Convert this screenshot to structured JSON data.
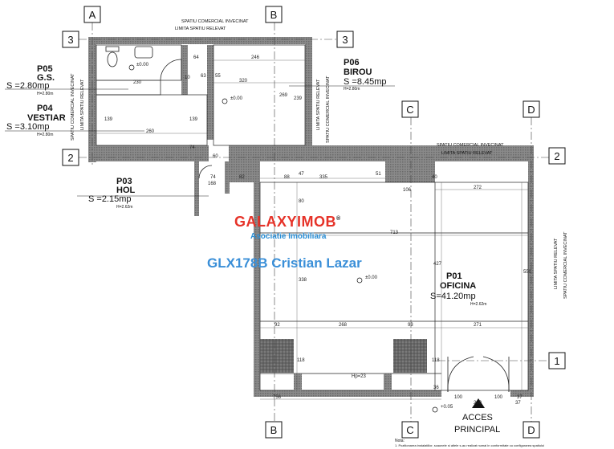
{
  "grid": {
    "A": "A",
    "B": "B",
    "C": "C",
    "D": "D",
    "n1": "1",
    "n2": "2",
    "n3": "3"
  },
  "rooms": {
    "p05": {
      "code": "P05",
      "name": "G.S.",
      "area": "S =2.80mp",
      "height": "H=2.80m"
    },
    "p04": {
      "code": "P04",
      "name": "VESTIAR",
      "area": "S =3.10mp",
      "height": "H=2.80m"
    },
    "p06": {
      "code": "P06",
      "name": "BIROU",
      "area": "S =8.45mp",
      "height": "H=2.80m"
    },
    "p03": {
      "code": "P03",
      "name": "HOL",
      "area": "S =2.15mp",
      "height": "H=2.62m"
    },
    "p01": {
      "code": "P01",
      "name": "OFICINA",
      "area": "S=41.20mp",
      "height": "H=2.62m"
    }
  },
  "notes": {
    "top_neighbor": "SPATIU COMERCIAL INVECINAT",
    "top_limit": "LIMITA SPATIU RELEVAT",
    "mid_neighbor": "SPATIU COMERCIAL INVECINAT",
    "mid_limit": "LIMITA SPATIU RELEVAT",
    "left_neighbor": "SPATIU COMERCIAL INVECINAT",
    "left_limit": "LIMITA SPATIU RELEVAT",
    "p06_neighbor": "SPATIU COMERCIAL INVECINAT",
    "p06_limit": "LIMITA SPATIU RELEVAT",
    "right_neighbor": "SPATIU COMERCIAL INVECINAT",
    "right_limit": "LIMITA SPATIU RELEVAT",
    "entrance_1": "ACCES",
    "entrance_2": "PRINCIPAL",
    "nota": "Nota:",
    "nota_line": "1. Pozitionarea instalatiilor, scaunele si altele s-au realizat numai in conformitate cu configurarea spatiului"
  },
  "levels": {
    "l1": "±0.00",
    "l2": "±0.00",
    "l3": "±0.00",
    "l4": "+0.05"
  },
  "watermark": {
    "brand": "GALAXYIMOB",
    "reg": "®",
    "subtitle": "Asociatie Imobiliara",
    "agent": "GLX178B Cristian Lazar"
  },
  "dimensions": {
    "d64": "64",
    "d246": "246",
    "d230": "230",
    "d10": "10",
    "d320": "320",
    "d63": "63",
    "d55": "55",
    "d269": "269",
    "d239": "239",
    "d139a": "139",
    "d139b": "139",
    "d260": "260",
    "d74a": "74",
    "d74b": "74",
    "d60": "60",
    "d82": "82",
    "d168": "168",
    "d88": "88",
    "d47": "47",
    "d335": "335",
    "d51": "51",
    "d80": "80",
    "d40": "40",
    "d106": "106",
    "d272": "272",
    "d713": "713",
    "d338": "338",
    "d427": "427",
    "d550": "550",
    "d92": "92",
    "d268": "268",
    "d93": "93",
    "d271": "271",
    "d118a": "118",
    "d118b": "118",
    "dhp": "Hp=23",
    "d756": "756",
    "d100a": "100",
    "d100b": "100",
    "d200": "200",
    "d37": "37",
    "d36": "36",
    "d37b": "37"
  },
  "chart_data": {
    "type": "table",
    "rooms": [
      {
        "code": "P01",
        "name": "OFICINA",
        "area_mp": 41.2,
        "height_m": 2.62
      },
      {
        "code": "P03",
        "name": "HOL",
        "area_mp": 2.15,
        "height_m": 2.62
      },
      {
        "code": "P04",
        "name": "VESTIAR",
        "area_mp": 3.1,
        "height_m": 2.8
      },
      {
        "code": "P05",
        "name": "G.S.",
        "area_mp": 2.8,
        "height_m": 2.8
      },
      {
        "code": "P06",
        "name": "BIROU",
        "area_mp": 8.45,
        "height_m": 2.8
      }
    ]
  }
}
